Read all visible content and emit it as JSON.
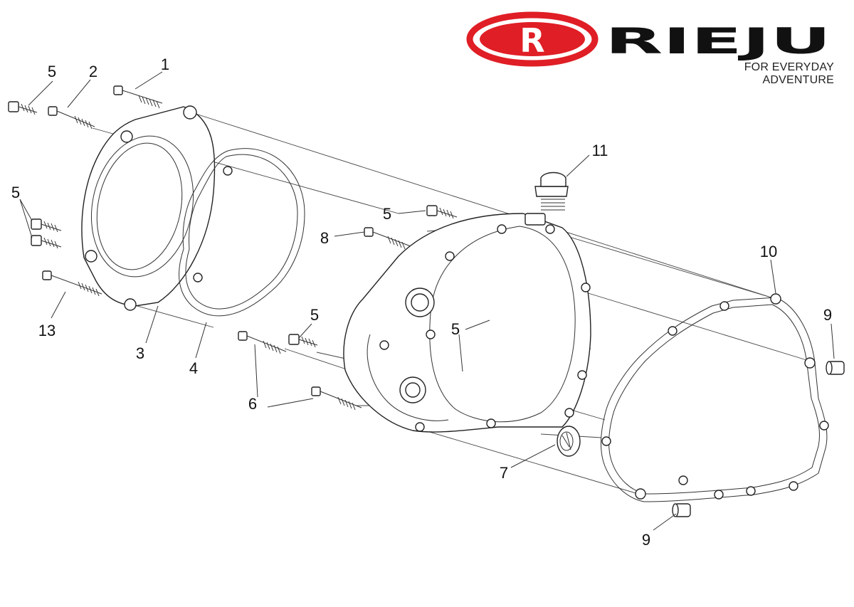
{
  "brand": {
    "logo_letter": "R",
    "wordmark": "RIEJU",
    "tagline": "FOR EVERYDAY ADVENTURE",
    "logo_color": "#e01e25"
  },
  "callouts": [
    {
      "id": "c1",
      "label": "1"
    },
    {
      "id": "c2",
      "label": "2"
    },
    {
      "id": "c3",
      "label": "3"
    },
    {
      "id": "c4",
      "label": "4"
    },
    {
      "id": "c5a",
      "label": "5"
    },
    {
      "id": "c5b",
      "label": "5"
    },
    {
      "id": "c5c",
      "label": "5"
    },
    {
      "id": "c5d",
      "label": "5"
    },
    {
      "id": "c5e",
      "label": "5"
    },
    {
      "id": "c6",
      "label": "6"
    },
    {
      "id": "c7",
      "label": "7"
    },
    {
      "id": "c8",
      "label": "8"
    },
    {
      "id": "c9a",
      "label": "9"
    },
    {
      "id": "c9b",
      "label": "9"
    },
    {
      "id": "c10",
      "label": "10"
    },
    {
      "id": "c11",
      "label": "11"
    },
    {
      "id": "c13",
      "label": "13"
    }
  ]
}
